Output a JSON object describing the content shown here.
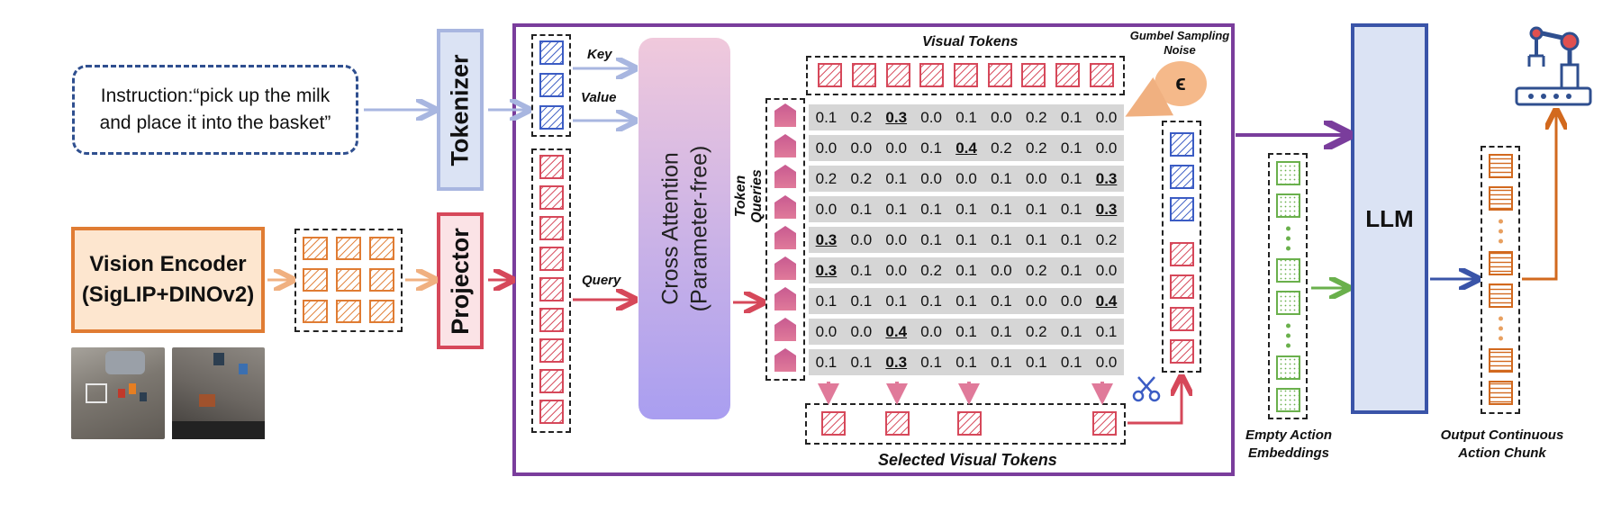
{
  "instruction_text": "Instruction:“pick up the milk and place it into the basket”",
  "tokenizer_label": "Tokenizer",
  "projector_label": "Projector",
  "vision_encoder": {
    "line1": "Vision Encoder",
    "line2": "(SigLIP+DINOv2)"
  },
  "cross_attention": {
    "line1": "Cross Attention",
    "line2": "(Parameter-free)"
  },
  "labels": {
    "key": "Key",
    "value": "Value",
    "query": "Query",
    "visual_tokens": "Visual Tokens",
    "token_queries": "Token Queries",
    "selected_visual_tokens": "Selected Visual Tokens",
    "gumbel_line1": "Gumbel Sampling",
    "gumbel_line2": "Noise",
    "epsilon": "ϵ",
    "llm": "LLM",
    "empty_action_line1": "Empty Action",
    "empty_action_line2": "Embeddings",
    "output_line1": "Output Continuous",
    "output_line2": "Action Chunk"
  },
  "attention_matrix": [
    [
      "0.1",
      "0.2",
      "0.3",
      "0.0",
      "0.1",
      "0.0",
      "0.2",
      "0.1",
      "0.0"
    ],
    [
      "0.0",
      "0.0",
      "0.0",
      "0.1",
      "0.4",
      "0.2",
      "0.2",
      "0.1",
      "0.0"
    ],
    [
      "0.2",
      "0.2",
      "0.1",
      "0.0",
      "0.0",
      "0.1",
      "0.0",
      "0.1",
      "0.3"
    ],
    [
      "0.0",
      "0.1",
      "0.1",
      "0.1",
      "0.1",
      "0.1",
      "0.1",
      "0.1",
      "0.3"
    ],
    [
      "0.3",
      "0.0",
      "0.0",
      "0.1",
      "0.1",
      "0.1",
      "0.1",
      "0.1",
      "0.2"
    ],
    [
      "0.3",
      "0.1",
      "0.0",
      "0.2",
      "0.1",
      "0.0",
      "0.2",
      "0.1",
      "0.0"
    ],
    [
      "0.1",
      "0.1",
      "0.1",
      "0.1",
      "0.1",
      "0.1",
      "0.0",
      "0.0",
      "0.4"
    ],
    [
      "0.0",
      "0.0",
      "0.4",
      "0.0",
      "0.1",
      "0.1",
      "0.2",
      "0.1",
      "0.1"
    ],
    [
      "0.1",
      "0.1",
      "0.3",
      "0.1",
      "0.1",
      "0.1",
      "0.1",
      "0.1",
      "0.0"
    ]
  ],
  "matrix_highlight_cols": [
    2,
    4,
    8,
    8,
    0,
    0,
    8,
    2,
    2
  ],
  "colors": {
    "text_token": "#3b5cc4",
    "vision_token": "#e07c33",
    "visual_token": "#d6485a",
    "action_token": "#6ab04c",
    "output_token": "#d2691e",
    "frame": "#7a3d9c",
    "llm_border": "#3a54a8"
  }
}
